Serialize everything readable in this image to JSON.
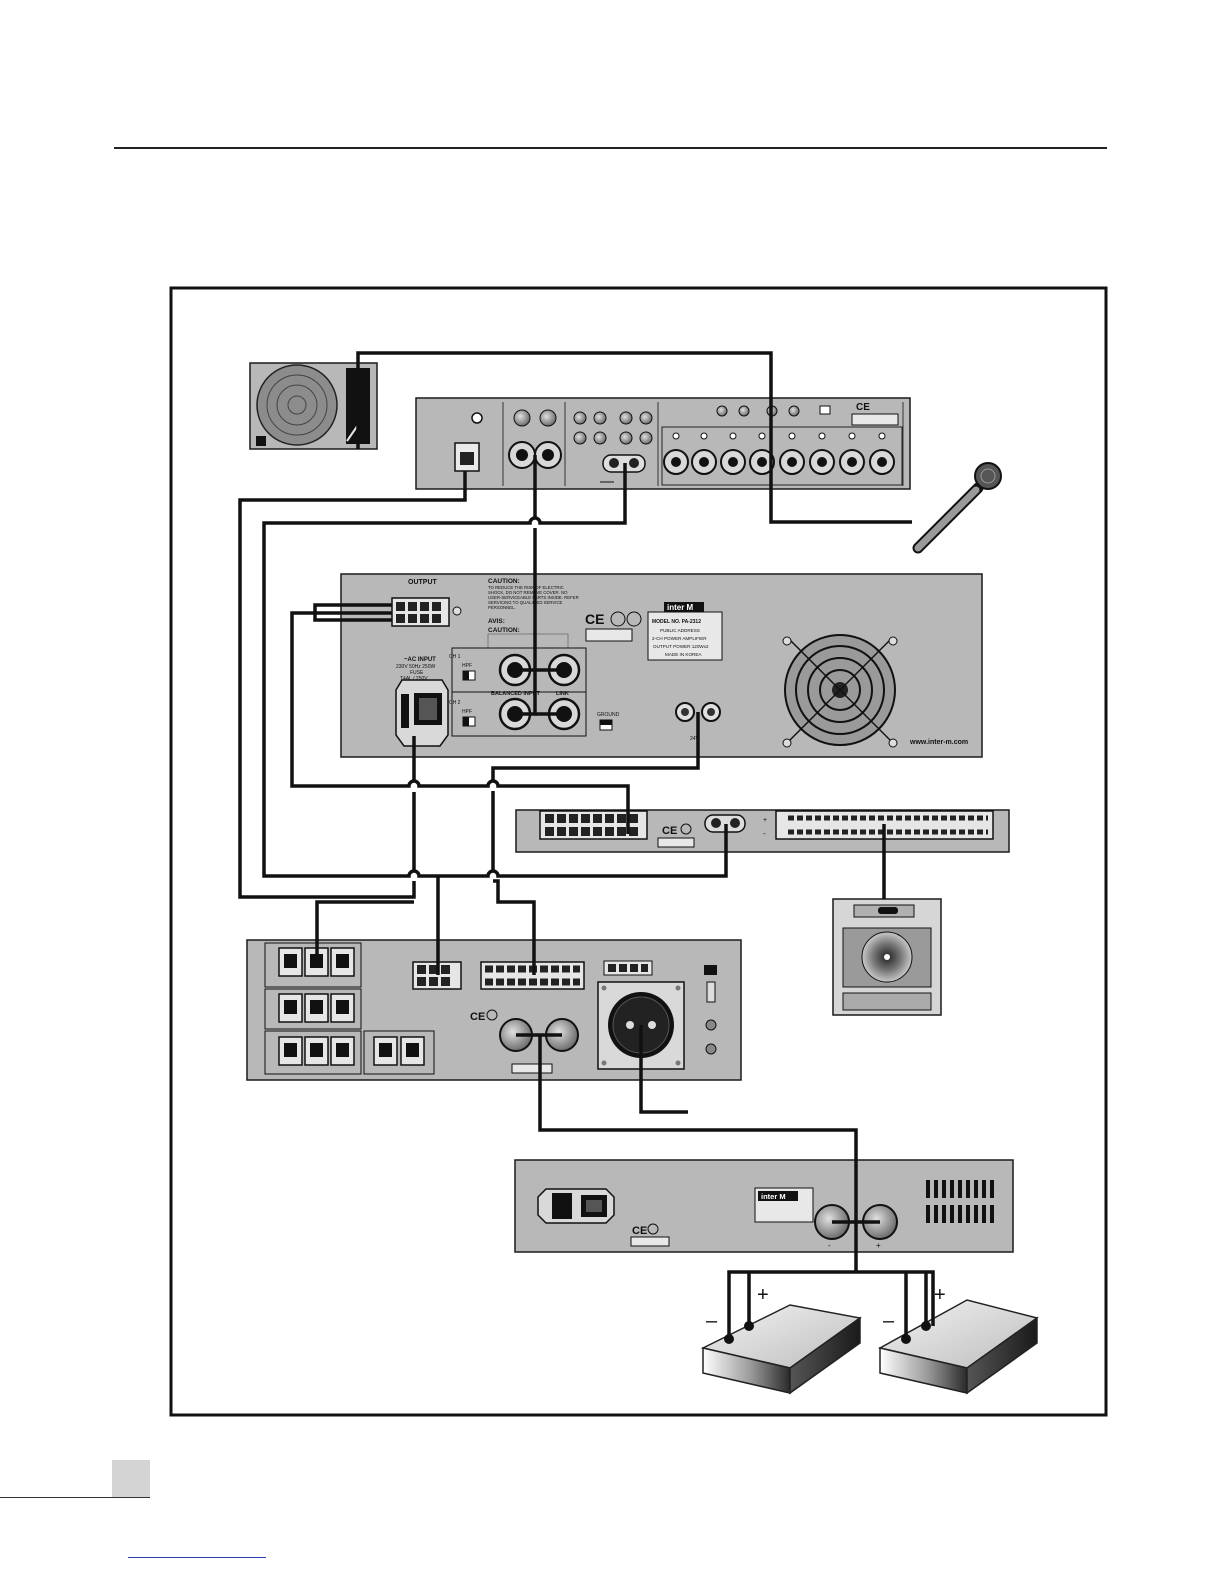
{
  "colors": {
    "panel": "#b8b8b8",
    "panel_dark": "#8e8e8e",
    "panel_edge": "#1a1a1a",
    "wire": "#111111",
    "plate": "#e8e8e8",
    "footer_link": "#2a3fb0"
  },
  "amplifier": {
    "output_label": "OUTPUT",
    "caution_heading": "CAUTION:",
    "caution_text": "TO REDUCE THE RISK OF ELECTRIC SHOCK, DO NOT REMOVE COVER. NO USER-SERVICEABLE PARTS INSIDE. REFER SERVICING TO QUALIFIED SERVICE PERSONNEL.",
    "avis_heading": "AVIS:",
    "avis_caution_heading": "CAUTION:",
    "ac_input_label": "~AC INPUT",
    "ac_input_spec": "230V 50Hz 250W",
    "fuse_label": "FUSE",
    "fuse_spec": "T4AL / 250V",
    "ch1_label": "CH 1",
    "ch2_label": "CH 2",
    "hpf_label": "HPF",
    "balanced_input_label": "BALANCED INPUT",
    "link_label": "LINK",
    "ground_label": "GROUND",
    "brand_logo": "inter M",
    "model_no": "MODEL NO. PA-2312",
    "model_line_1": "PUBLIC ADDRESS",
    "model_line_2": "2-CH POWER AMPLIFIER",
    "model_line_3": "OUTPUT POWER 120Wx2",
    "model_line_4": "MADE IN KOREA",
    "dc_label": "24V",
    "website": "www.inter-m.com"
  },
  "distributor": {
    "minus_label": "-",
    "plus_label": "+"
  },
  "charger": {
    "brand_logo": "inter M",
    "minus_label": "-",
    "plus_label": "+"
  },
  "batteries": [
    {
      "minus_label": "–",
      "plus_label": "+"
    },
    {
      "minus_label": "–",
      "plus_label": "+"
    }
  ]
}
